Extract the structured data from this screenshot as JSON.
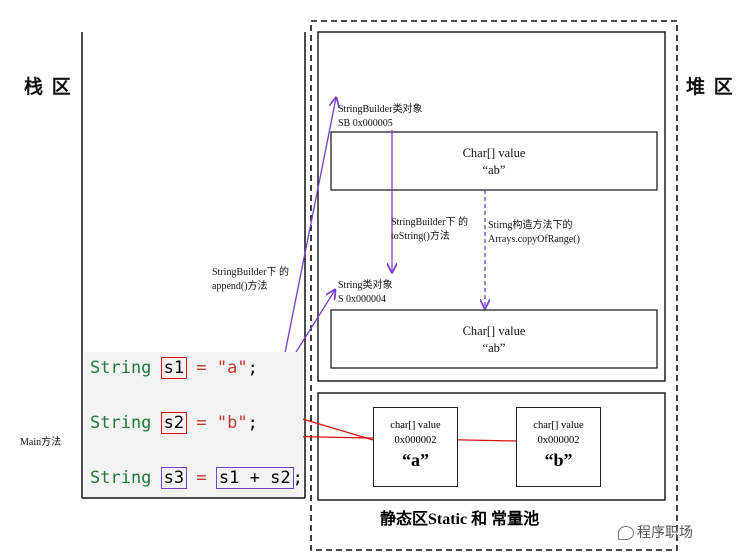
{
  "regions": {
    "stack_title": "栈 区",
    "heap_title": "堆 区",
    "static_title": "静态区Static 和 常量池",
    "main_label": "Main方法"
  },
  "heap": {
    "sb_object": {
      "line1": "StringBuilder类对象",
      "line2": "SB 0x000005"
    },
    "sb_char_value": {
      "line1": "Char[] value",
      "line2": "“ab”"
    },
    "tostring_note": {
      "line1": "StringBuilder下 的",
      "line2": "toString()方法"
    },
    "copy_note": {
      "line1": "Stirng构造方法下的",
      "line2": "Arrays.copyOfRange()"
    },
    "append_note": {
      "line1": "StringBuilder下 的",
      "line2": "append()方法"
    },
    "string_object": {
      "line1": "String类对象",
      "line2": "S 0x000004"
    },
    "string_char_value": {
      "line1": "Char[] value",
      "line2": "“ab”"
    }
  },
  "constants": [
    {
      "line1": "char[] value",
      "line2": "0x000002",
      "value": "“a”"
    },
    {
      "line1": "char[] value",
      "line2": "0x000002",
      "value": "“b”"
    }
  ],
  "code": [
    {
      "type": "String",
      "var": "s1",
      "eq": "=",
      "rhs": "\"a\"",
      "end": ";"
    },
    {
      "type": "String",
      "var": "s2",
      "eq": "=",
      "rhs": "\"b\"",
      "end": ";"
    },
    {
      "type": "String",
      "var": "s3",
      "eq": "=",
      "rhs": "s1 + s2",
      "end": ";"
    }
  ],
  "watermark": "程序职场"
}
